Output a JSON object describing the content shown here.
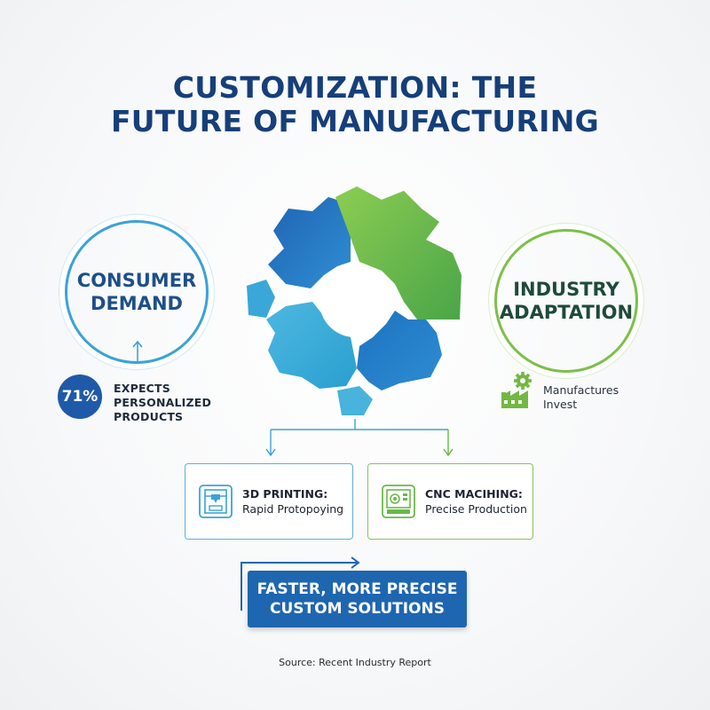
{
  "title": {
    "line1": "CUSTOMIZATION: THE",
    "line2": "FUTURE OF MANUFACTURING"
  },
  "consumer": {
    "line1": "CONSUMER",
    "line2": "DEMAND"
  },
  "industry": {
    "line1": "INDUSTRY",
    "line2": "ADAPTATION"
  },
  "stat": {
    "value": "71%",
    "line1": "EXPECTS",
    "line2": "PERSONALIZED",
    "line3": "PRODUCTS"
  },
  "invest": {
    "line1": "Manufactures",
    "line2": "Invest"
  },
  "cards": [
    {
      "heading": "3D PRINTING:",
      "sub": "Rapid Protopoying",
      "icon": "3d-printer-icon"
    },
    {
      "heading": "CNC MACIHING:",
      "sub": "Precise Production",
      "icon": "cnc-machine-icon"
    }
  ],
  "result": {
    "line1": "FASTER, MORE PRECISE",
    "line2": "CUSTOM SOLUTIONS"
  },
  "source": "Source: Recent Industry Report",
  "colors": {
    "navy": "#163f7a",
    "blue": "#1e66b0",
    "light_blue": "#3aa3d6",
    "green": "#7cc049"
  }
}
